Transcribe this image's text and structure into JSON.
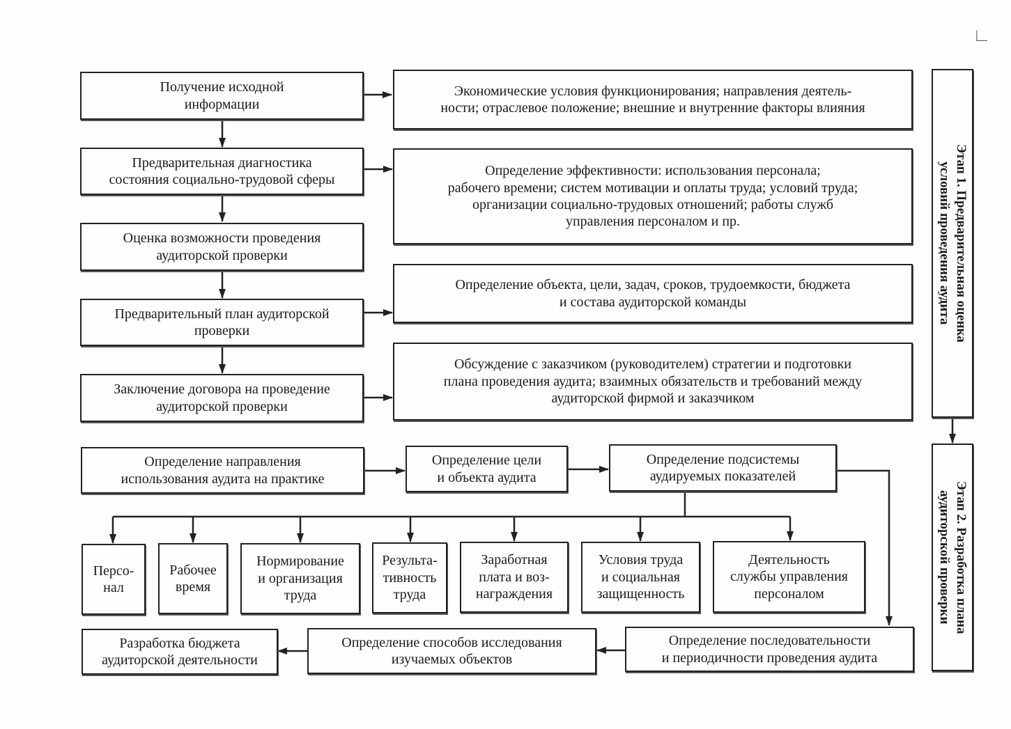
{
  "stages": {
    "stage1": "Этап 1. Предварительная оценка\nусловий проведения аудита",
    "stage2": "Этап 2. Разработка плана\nаудиторской проверки"
  },
  "left_column": {
    "step1": "Получение исходной\nинформации",
    "step2": "Предварительная диагностика\nсостояния социально-трудовой сферы",
    "step3": "Оценка возможности проведения\nаудиторской проверки",
    "step4": "Предварительный план аудиторской\nпроверки",
    "step5": "Заключение договора на проведение\nаудиторской проверки"
  },
  "right_column": {
    "desc1": "Экономические условия функционирования; направления деятель-\nности; отраслевое положение; внешние и внутренние факторы влияния",
    "desc2": "Определение эффективности: использования персонала;\nрабочего времени; систем мотивации и оплаты труда; условий труда;\nорганизации социально-трудовых отношений; работы служб\nуправления персоналом и пр.",
    "desc3": "Определение объекта, цели, задач, сроков, трудоемкости, бюджета\nи состава аудиторской команды",
    "desc4": "Обсуждение с заказчиком (руководителем) стратегии и подготовки\nплана проведения аудита; взаимных обязательств и требований между\nаудиторской фирмой и заказчиком"
  },
  "plan_row": {
    "direction": "Определение направления\nиспользования аудита на практике",
    "goal": "Определение цели\nи объекта аудита",
    "subsystem": "Определение подсистемы\nаудируемых показателей"
  },
  "indicators": {
    "personnel": "Персо-\nнал",
    "work_time": "Рабочее\nвремя",
    "norming": "Нормирование\nи организация\nтруда",
    "effectiveness": "Результа-\nтивность\nтруда",
    "wages": "Заработная\nплата и воз-\nнаграждения",
    "conditions": "Условия труда\nи социальная\nзащищенность",
    "hr_service": "Деятельность\nслужбы управления\nперсоналом"
  },
  "bottom_row": {
    "sequence": "Определение последовательности\nи периодичности проведения аудита",
    "methods": "Определение способов исследования\nизучаемых объектов",
    "budget": "Разработка бюджета\nаудиторской деятельности"
  },
  "colors": {
    "line": "#222222",
    "background": "#fdfdfb"
  }
}
